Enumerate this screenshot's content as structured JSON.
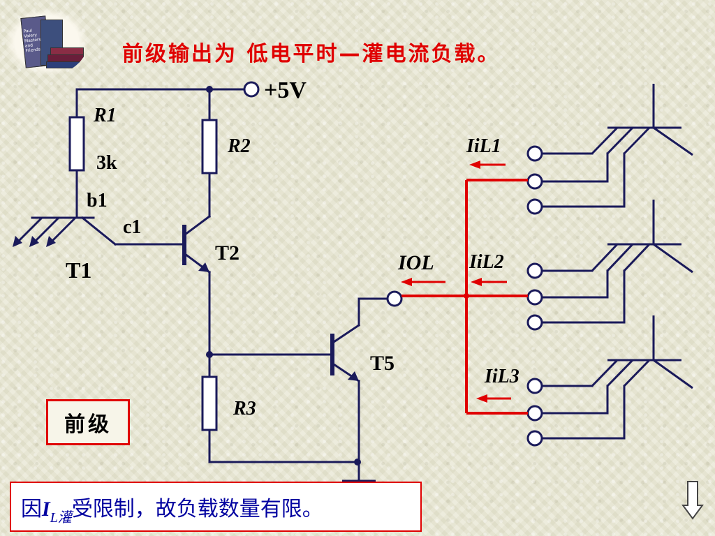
{
  "slide": {
    "title": "前级输出为 低电平时—灌电流负载。"
  },
  "logo": {
    "book_lines": [
      "Paul Valery",
      "Masters",
      "and",
      "Friends"
    ]
  },
  "circuit": {
    "supply_label": "+5V",
    "r1_label": "R1",
    "r1_value": "3k",
    "r2_label": "R2",
    "r3_label": "R3",
    "b1_label": "b1",
    "c1_label": "c1",
    "t1_label": "T1",
    "t2_label": "T2",
    "t5_label": "T5",
    "current_out_label": "IOL",
    "load_current_labels": [
      "IiL1",
      "IiL2",
      "IiL3"
    ],
    "colors": {
      "wire": "#1a1a5a",
      "highlight_wire": "#e00000",
      "arrow": "#e00000"
    }
  },
  "front_stage": {
    "label": "前级"
  },
  "note": {
    "prefix": "因",
    "symbol": "I",
    "subscript": "L灌",
    "suffix": "受限制，故负载数量有限。"
  },
  "navigation": {
    "next_icon": "down-arrow-icon"
  }
}
